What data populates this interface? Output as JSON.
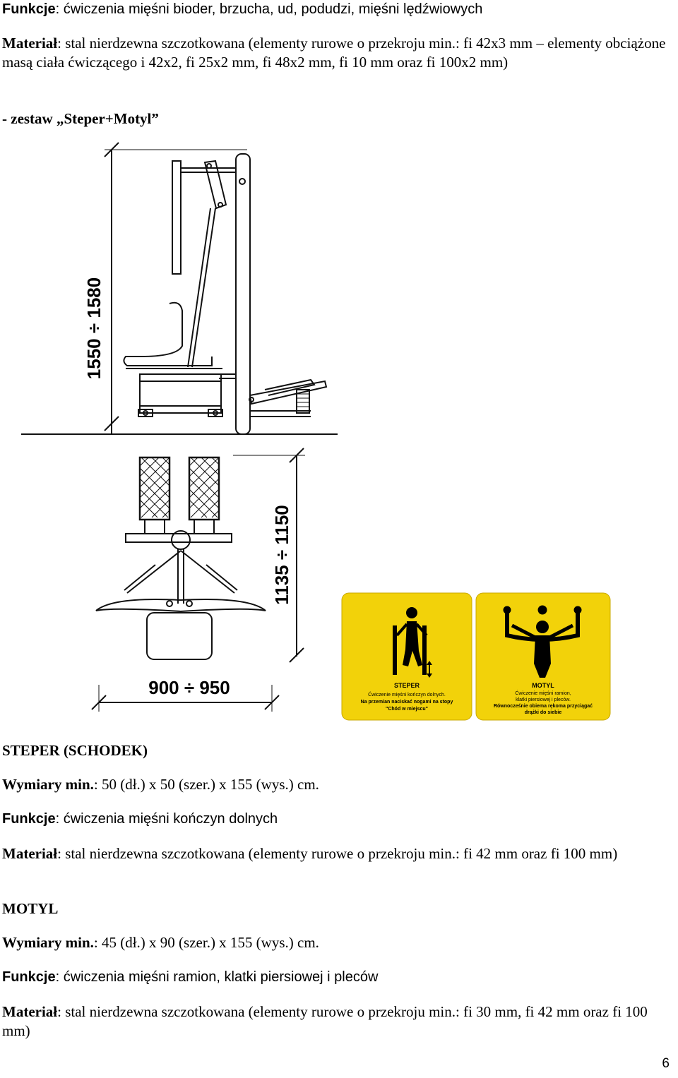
{
  "intro": {
    "funkcje": {
      "label": "Funkcje",
      "text": ": ćwiczenia mięśni bioder, brzucha, ud, podudzi, mięśni lędźwiowych"
    },
    "material": {
      "label": "Materiał",
      "text": ": stal nierdzewna szczotkowana (elementy rurowe o przekroju min.: fi 42x3 mm – elementy obciążone masą ciała ćwiczącego i 42x2, fi 25x2 mm, fi 48x2 mm, fi 10 mm oraz fi 100x2 mm)"
    },
    "set": "- zestaw „Steper+Motyl”"
  },
  "drawing": {
    "dim_height": "1550 ÷ 1580",
    "dim_depth": "1135 ÷ 1150",
    "dim_width": "900 ÷ 950"
  },
  "signs": {
    "steper": {
      "title": "STEPER",
      "line1": "Ćwiczenie mięśni kończyn dolnych.",
      "line2": "Na przemian naciskać nogami na stopy",
      "line3": "\"Chód w miejscu\""
    },
    "motyl": {
      "title": "MOTYL",
      "line1": "Ćwiczenie mięśni ramion,",
      "line2": "klatki piersiowej i pleców.",
      "line3": "Równocześnie obiema rękoma przyciągać",
      "line4": "drążki do siebie"
    },
    "accent_color": "#f2d20a"
  },
  "steper": {
    "heading": "STEPER (SCHODEK)",
    "dims_label": "Wymiary min.",
    "dims_text": ": 50 (dł.) x 50 (szer.) x 155 (wys.) cm.",
    "funkcje_label": "Funkcje",
    "funkcje_text": ": ćwiczenia mięśni kończyn dolnych",
    "material_label": "Materiał",
    "material_text": ": stal nierdzewna szczotkowana (elementy rurowe o przekroju min.: fi 42 mm oraz fi 100 mm)"
  },
  "motyl": {
    "heading": "MOTYL",
    "dims_label": "Wymiary min.",
    "dims_text": ": 45 (dł.) x 90 (szer.) x 155 (wys.) cm.",
    "funkcje_label": "Funkcje",
    "funkcje_text": ": ćwiczenia mięśni ramion, klatki piersiowej i pleców",
    "material_label": "Materiał",
    "material_text": ": stal nierdzewna szczotkowana (elementy rurowe o przekroju min.: fi 30 mm, fi 42 mm oraz fi 100 mm)"
  },
  "page_number": "6"
}
